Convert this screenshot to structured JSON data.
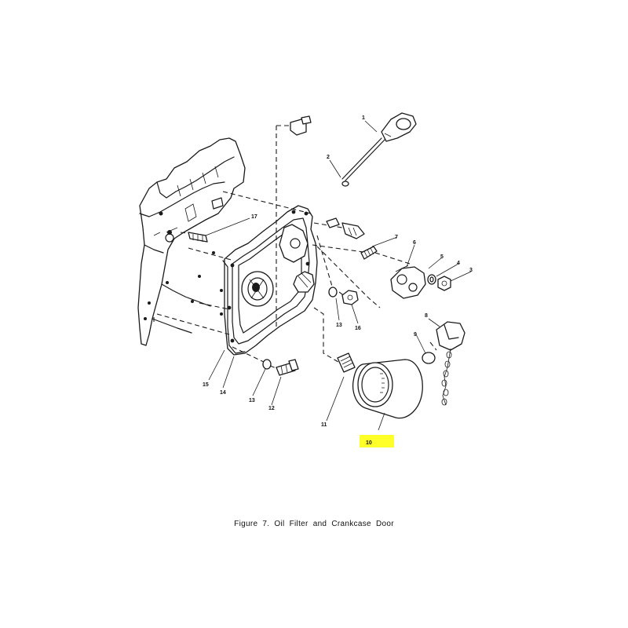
{
  "figure": {
    "caption": "Figure 7. Oil Filter and Crankcase Door",
    "highlight_color": "#ffff2a",
    "highlighted_callout": "10"
  },
  "callouts": [
    "1",
    "2",
    "3",
    "4",
    "5",
    "6",
    "7",
    "8",
    "9",
    "10",
    "11",
    "12",
    "13",
    "13",
    "14",
    "15",
    "16",
    "17"
  ]
}
